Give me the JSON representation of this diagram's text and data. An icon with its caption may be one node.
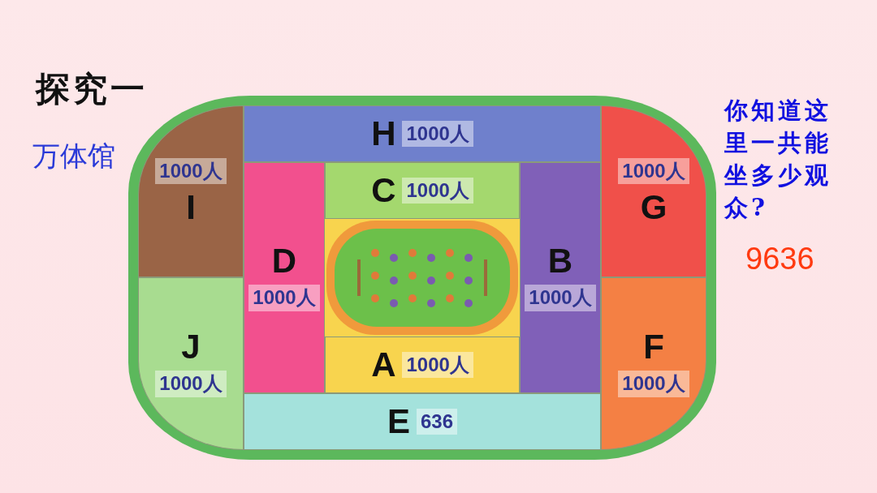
{
  "diagram": {
    "title": "探究一",
    "nodes": [
      {
        "text": [
          "H",
          "1000人"
        ]
      },
      {
        "text": [
          "1000人",
          "I"
        ]
      },
      {
        "text": [
          "1000人",
          "G"
        ]
      },
      {
        "text": [
          "C",
          "1000人"
        ]
      },
      {
        "text": [
          "D",
          "1000人"
        ]
      },
      {
        "text": [
          "B",
          "1000人"
        ]
      },
      {
        "text": [
          "A",
          "1000人"
        ]
      },
      {
        "text": [
          "J",
          "1000人"
        ]
      },
      {
        "text": [
          "F",
          "1000人"
        ]
      },
      {
        "text": [
          "E",
          "636"
        ]
      }
    ],
    "labels": [
      "万体馆",
      "你知道这里一共能坐多少观众?",
      "9636"
    ]
  }
}
